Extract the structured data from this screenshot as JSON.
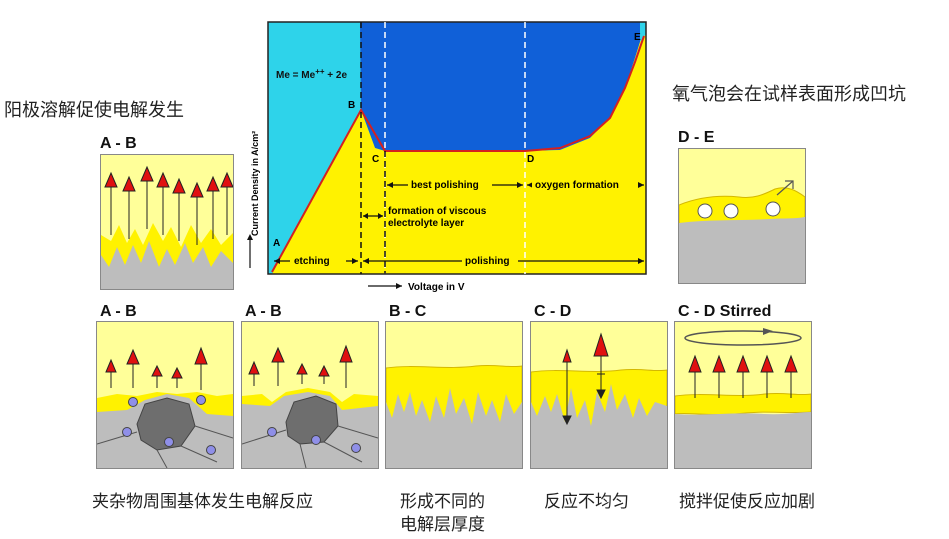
{
  "main_chart": {
    "label_A": "A",
    "label_B": "B",
    "label_C": "C",
    "label_D": "D",
    "label_E": "E",
    "equation_main": "Me = Me",
    "equation_sup": "++",
    "equation_tail": " + 2e",
    "y_axis_label": "Current Density in A/cm²",
    "x_axis_label": "Voltage in V",
    "etching": "etching",
    "polishing": "polishing",
    "best_polishing": "best polishing",
    "oxygen_formation": "oxygen formation",
    "viscous_line1": "formation of viscous",
    "viscous_line2": "electrolyte layer"
  },
  "captions": {
    "top_left": "阳极溶解促使电解发生",
    "top_right": "氧气泡会在试样表面形成凹坑",
    "bottom_1": "夹杂物周围基体发生电解反应",
    "bottom_2_line1": "形成不同的",
    "bottom_2_line2": "电解层厚度",
    "bottom_3": "反应不均匀",
    "bottom_4": "搅拌促使反应加剧"
  },
  "panels": {
    "top_left": "A - B",
    "top_right": "D - E",
    "bottom_1": "A - B",
    "bottom_2": "A - B",
    "bottom_3": "B - C",
    "bottom_4": "C - D",
    "bottom_5": "C - D Stirred"
  },
  "colors": {
    "cyan": "#2ed3ea",
    "blue": "#1060d8",
    "yellow": "#fff200",
    "pale_yellow": "#ffff99",
    "gray": "#bdbdbd",
    "dark_gray": "#6e6e6e",
    "red": "#e01010",
    "purple": "#8f8fe8"
  }
}
